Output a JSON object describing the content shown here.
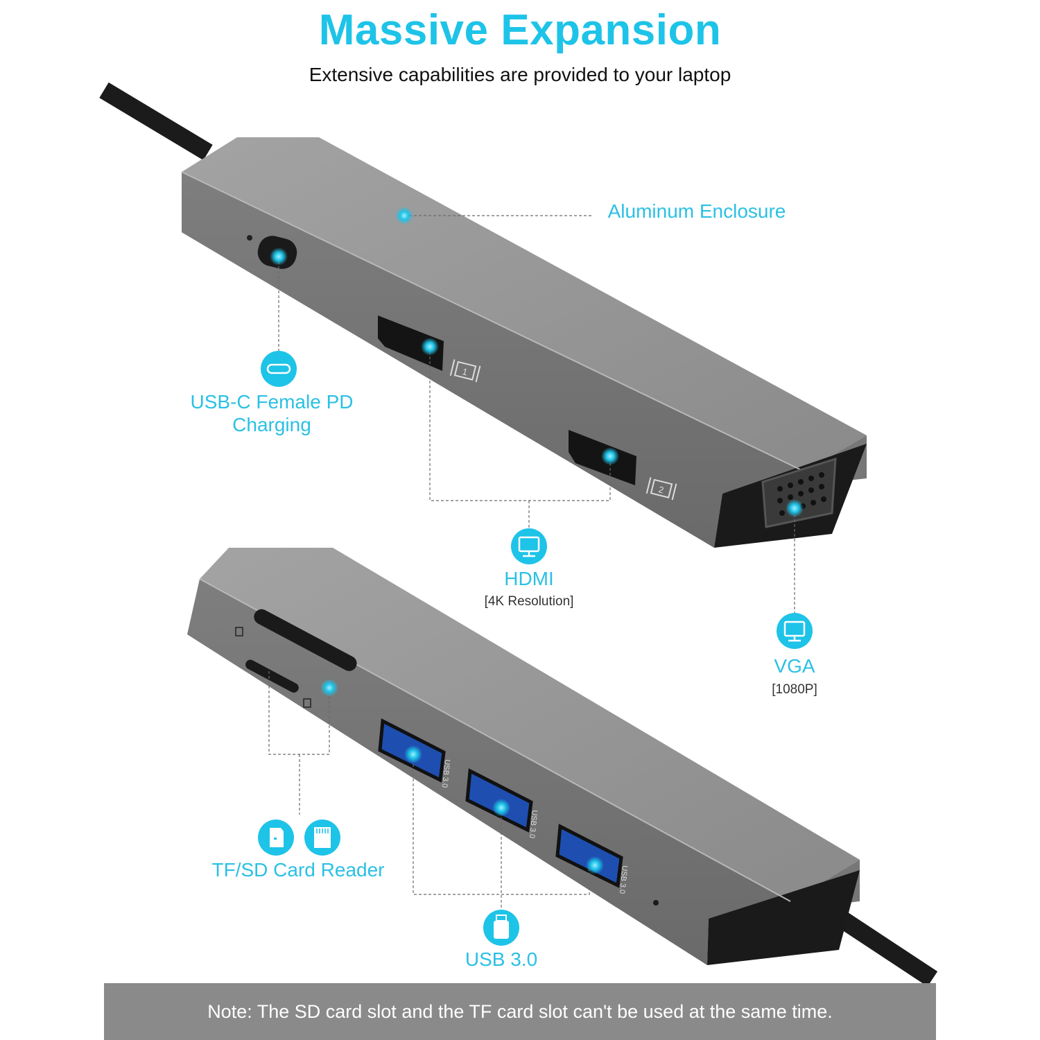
{
  "header": {
    "title": "Massive Expansion",
    "subtitle": "Extensive capabilities are provided to your laptop"
  },
  "labels": {
    "aluminum": "Aluminum Enclosure",
    "usbc_line1": "USB-C Female PD",
    "usbc_line2": "Charging",
    "hdmi": "HDMI",
    "hdmi_sub": "[4K Resolution]",
    "vga": "VGA",
    "vga_sub": "[1080P]",
    "card_reader": "TF/SD Card Reader",
    "usb3": "USB 3.0"
  },
  "port_marks": {
    "hdmi_1": "1",
    "hdmi_2": "2",
    "usb_port": "USB 3.0"
  },
  "note": "Note: The SD card slot and the TF card slot can't be used at the same time.",
  "colors": {
    "accent": "#1ec3e8",
    "hub_body": "#8c8c8c",
    "note_bar": "#8a8a8a"
  },
  "icons": [
    "usb-c-port-icon",
    "monitor-icon",
    "monitor-icon",
    "tf-card-icon",
    "sd-card-icon",
    "usb-stick-icon"
  ]
}
